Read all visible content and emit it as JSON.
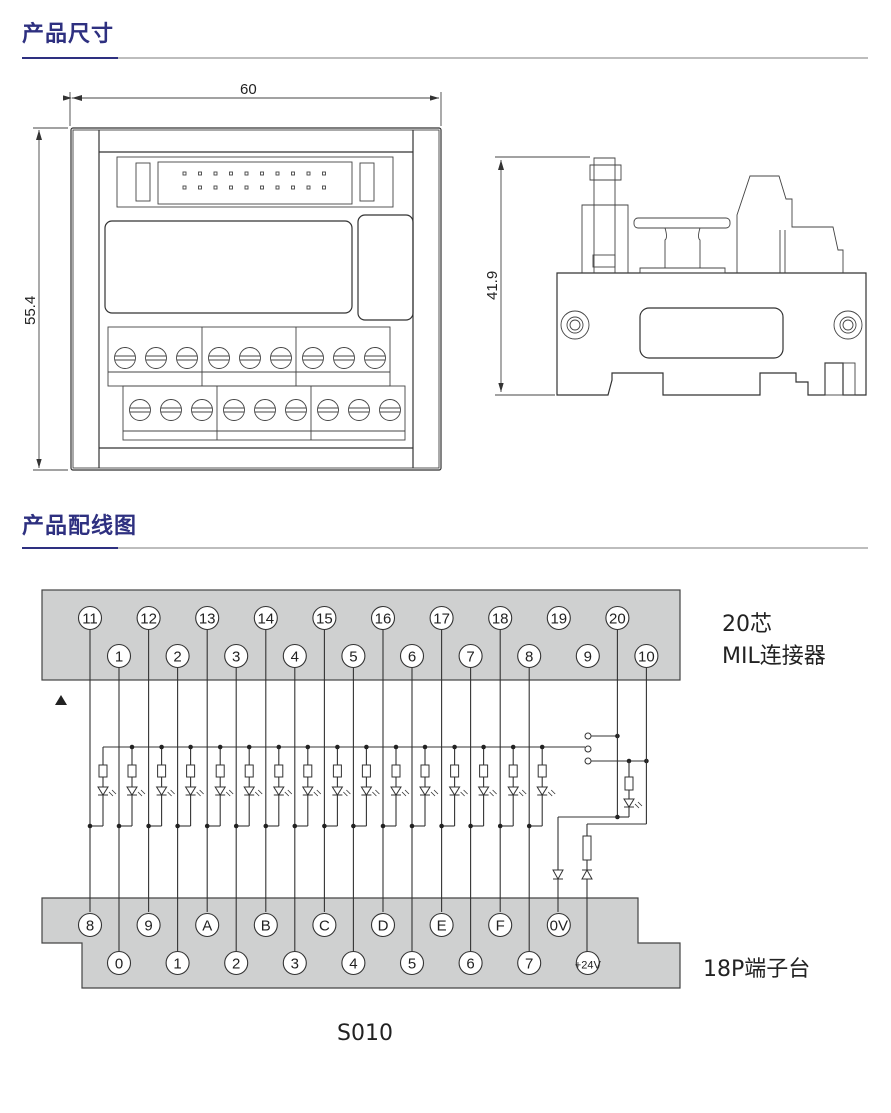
{
  "sections": {
    "dimensions_title": "产品尺寸",
    "wiring_title": "产品配线图"
  },
  "dimensions": {
    "width": "60",
    "height": "55.4",
    "depth": "41.9"
  },
  "wiring": {
    "connector_label_line1": "20芯",
    "connector_label_line2": "MIL连接器",
    "terminal_label": "18P端子台",
    "model": "S010",
    "connector_top_row": [
      "11",
      "12",
      "13",
      "14",
      "15",
      "16",
      "17",
      "18",
      "19",
      "20"
    ],
    "connector_bottom_row": [
      "1",
      "2",
      "3",
      "4",
      "5",
      "6",
      "7",
      "8",
      "9",
      "10"
    ],
    "terminal_top_row": [
      "8",
      "9",
      "A",
      "B",
      "C",
      "D",
      "E",
      "F",
      "0V"
    ],
    "terminal_bottom_row": [
      "0",
      "1",
      "2",
      "3",
      "4",
      "5",
      "6",
      "7",
      "+24V"
    ]
  },
  "colors": {
    "accent": "#2e3080",
    "box_fill": "#cfd0d0"
  }
}
